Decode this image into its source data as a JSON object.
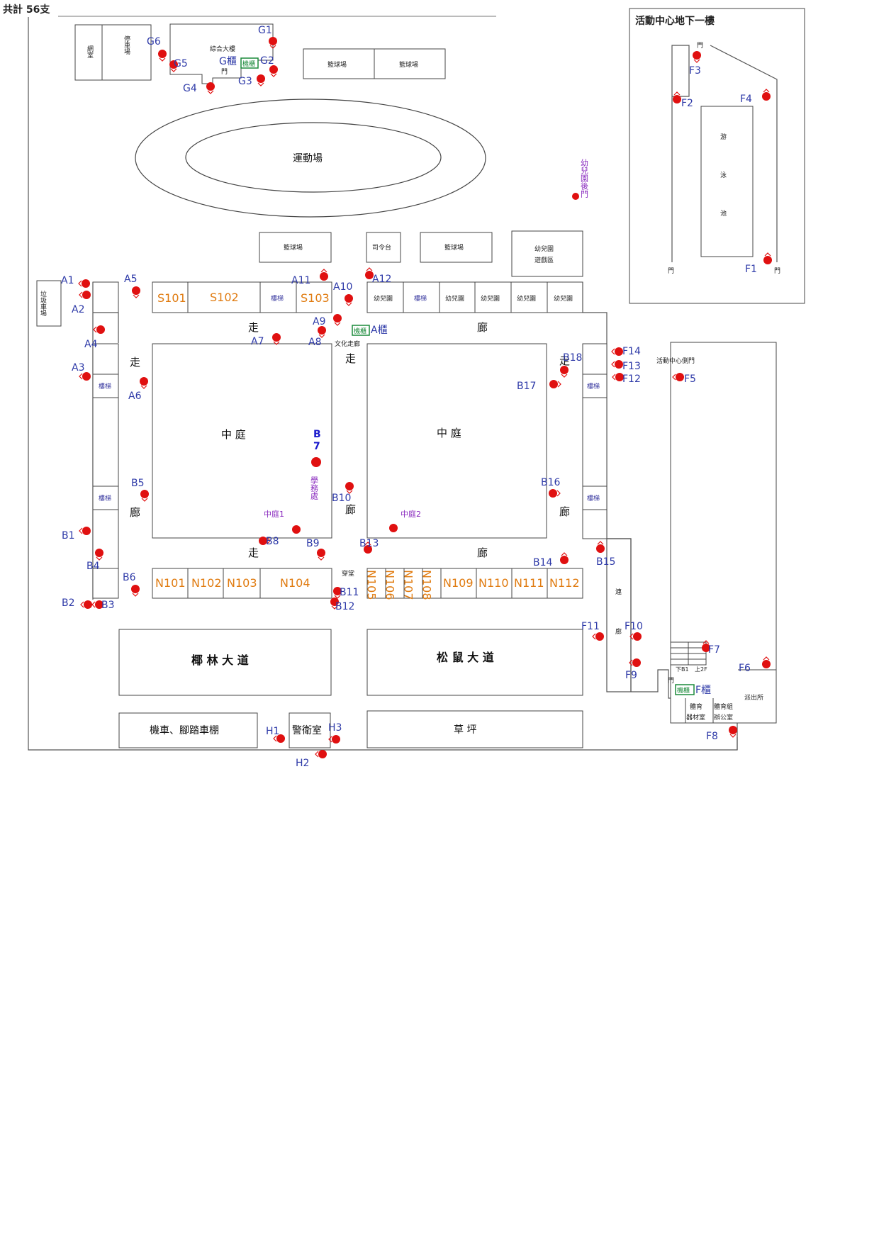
{
  "total_label": "共計 56支",
  "inset": {
    "title": "活動中心地下一樓"
  },
  "landmarks": {
    "track": "運動場",
    "basketball": "籃球場",
    "command_stage": "司令台",
    "kindergarten_play": "幼兒園遊戲區",
    "kindergarten_back_gate": "幼兒園後門",
    "parking": "停車場",
    "net_room": "網室",
    "complex_building": "綜合大樓",
    "door": "門",
    "trash_parking": "垃圾車場",
    "courtyard": "中 庭",
    "courtyard1": "中庭1",
    "courtyard2": "中庭2",
    "student_affairs": "學務處",
    "culture_corridor": "文化走廊",
    "passage": "穿堂",
    "activity_side_gate": "活動中心側門",
    "pe_equipment": "體育器材室",
    "pe_office": "體育組辦公室",
    "police": "派出所",
    "down_b1": "下B1",
    "up_2f": "上2F",
    "yelin_road": "椰 林 大 道",
    "songshu_road": "松 鼠 大 道",
    "bike_shed": "機車、腳踏車棚",
    "guard_room": "警衛室",
    "lawn": "草 坪",
    "swimming_pool": "游泳池",
    "stairs": "樓梯",
    "kindergarten": "幼兒園",
    "cabinet": "機櫃",
    "corridor_walk": "走",
    "corridor_lang": "廊",
    "connect": "連",
    "building_b7": "B7"
  },
  "classrooms_south": [
    "S101",
    "S102",
    "S103"
  ],
  "classrooms_north": [
    "N101",
    "N102",
    "N103",
    "N104",
    "N105",
    "N106",
    "N107",
    "N108",
    "N109",
    "N110",
    "N111",
    "N112"
  ],
  "cabinet_labels": {
    "A": "A櫃",
    "G": "G櫃",
    "F": "F櫃"
  },
  "cameras": {
    "A": [
      "A1",
      "A2",
      "A3",
      "A4",
      "A5",
      "A6",
      "A7",
      "A8",
      "A9",
      "A10",
      "A11",
      "A12"
    ],
    "B": [
      "B1",
      "B2",
      "B3",
      "B4",
      "B5",
      "B6",
      "B8",
      "B9",
      "B10",
      "B11",
      "B12",
      "B13",
      "B14",
      "B15",
      "B16",
      "B17",
      "B18"
    ],
    "F": [
      "F1",
      "F2",
      "F3",
      "F4",
      "F5",
      "F6",
      "F7",
      "F8",
      "F9",
      "F10",
      "F11",
      "F12",
      "F13",
      "F14"
    ],
    "G": [
      "G1",
      "G2",
      "G3",
      "G4",
      "G5",
      "G6"
    ],
    "H": [
      "H1",
      "H2",
      "H3"
    ]
  },
  "colors": {
    "camera": "#e01010",
    "label": "#2e3aa8",
    "classroom": "#e07b10",
    "cabinet": "#1a8a3a",
    "note": "#8a2bbf"
  }
}
